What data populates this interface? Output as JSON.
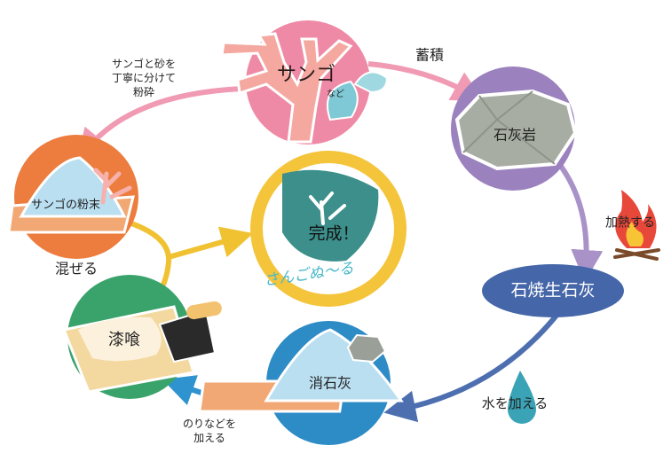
{
  "nodes": {
    "coral": {
      "label": "サンゴ",
      "sublabel": "など"
    },
    "limestone": {
      "label": "石灰岩"
    },
    "quicklime": {
      "label": "石焼生石灰"
    },
    "slaked_lime": {
      "label": "消石灰"
    },
    "plaster": {
      "label": "漆喰"
    },
    "coral_powder": {
      "label": "サンゴの粉末"
    },
    "complete": {
      "label": "完成！",
      "signature": "さんごぬ〜る"
    }
  },
  "steps": {
    "accumulate": "蓄積",
    "heat": "加熱する",
    "add_water": "水を加える",
    "add_glue_line1": "のりなどを",
    "add_glue_line2": "加える",
    "grind_line1": "サンゴと砂を",
    "grind_line2": "丁寧に分けて",
    "grind_line3": "粉砕",
    "mix": "混ぜる"
  },
  "colors": {
    "coral_circle": "#ef8aa6",
    "limestone_circle": "#9b82bf",
    "quicklime_ellipse": "#4566a8",
    "slaked_lime_circle": "#2d8bc6",
    "plaster_circle": "#3aa36b",
    "coral_powder_circle": "#ec7d3f",
    "complete_circle": "#f4c43a",
    "arrow_pink": "#f09ab3",
    "arrow_purple": "#a892c8",
    "arrow_blue": "#4d6fb0",
    "arrow_cyan": "#2f93cf",
    "arrow_yellow": "#f0c232"
  }
}
